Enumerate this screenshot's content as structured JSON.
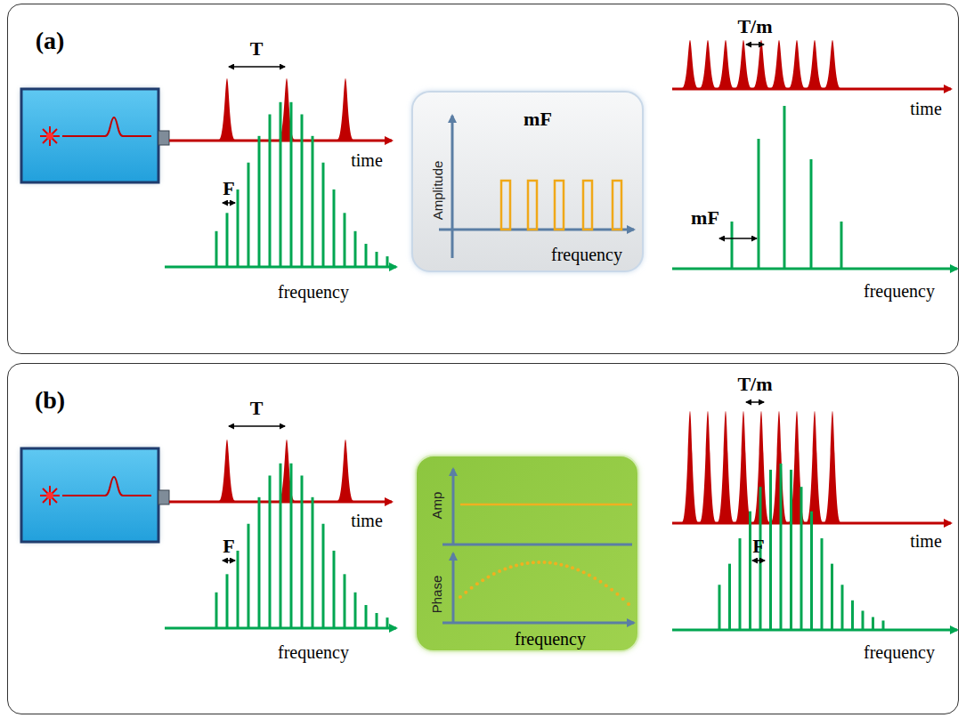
{
  "diagram": {
    "nodes": [
      {
        "text": [
          "(a)"
        ]
      },
      {
        "text": [
          "Amplitude",
          "mF",
          "frequency"
        ],
        "in": 0
      },
      {
        "text": [
          "(b)"
        ]
      },
      {
        "text": [
          "Amp",
          "Phase",
          "frequency"
        ],
        "in": 2
      }
    ],
    "labels": [
      "T",
      "time",
      "F",
      "frequency",
      "T/m",
      "time",
      "mF",
      "frequency",
      "T",
      "time",
      "F",
      "frequency",
      "T/m",
      "time",
      "F",
      "frequency"
    ]
  }
}
